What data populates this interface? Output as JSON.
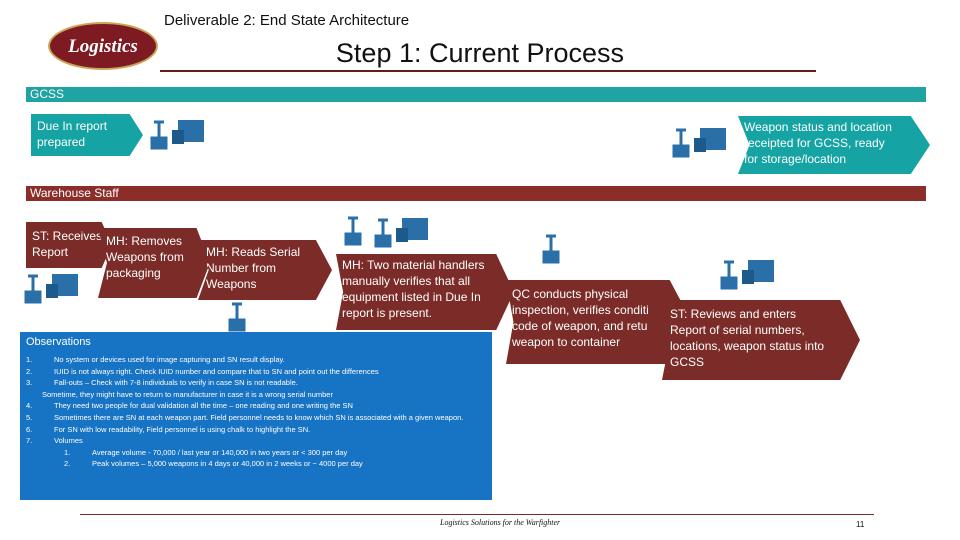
{
  "header": {
    "subtitle": "Deliverable 2: End State Architecture",
    "title": "Step 1: Current Process",
    "logo_text": "Logistics"
  },
  "lanes": {
    "gcss": "GCSS",
    "warehouse": "Warehouse Staff"
  },
  "steps": {
    "due_in": "Due In report\nprepared",
    "weapon_status": "Weapon status and location\nreceipted for GCSS, ready\nfor storage/location",
    "receives": "ST: Receives\nReport",
    "removes": "MH: Removes\nWeapons from\npackaging",
    "reads_serial": "MH: Reads Serial\nNumber from\nWeapons",
    "two_handlers": "MH: Two material handlers\nmanually verifies that all\nequipment listed in Due In\nreport is present.",
    "qc": "QC conducts physical\ninspection, verifies conditi\ncode of weapon, and retu\nweapon to container",
    "reviews": "ST: Reviews and enters\nReport of serial numbers,\nlocations, weapon status into\nGCSS"
  },
  "observations": {
    "heading": "Observations",
    "items": [
      {
        "n": "1.",
        "text": "No system or devices used for image capturing and SN result display."
      },
      {
        "n": "2.",
        "text": "IUID is not always right. Check IUID number and compare that to SN and point out the differences"
      },
      {
        "n": "3.",
        "text": "Fall-outs – Check with 7-8 individuals to verify in case SN is not readable."
      },
      {
        "n": "",
        "text": "Sometime, they might have to return to manufacturer in case it is a wrong serial number"
      },
      {
        "n": "4.",
        "text": "They need two people for dual validation all the time – one reading and one writing the SN"
      },
      {
        "n": "5.",
        "text": "Sometimes there are SN at each weapon part. Field personnel needs to know which SN is associated with a given weapon."
      },
      {
        "n": "6.",
        "text": "For SN with low readability, Field personnel is using chalk to highlight the SN."
      },
      {
        "n": "7.",
        "text": "Volumes"
      },
      {
        "n": "1.",
        "text": "Average volume - 70,000 / last year or 140,000 in two years or < 300 per day"
      },
      {
        "n": "2.",
        "text": "Peak volumes – 5,000 weapons in 4 days or 40,000 in 2 weeks or ~ 4000 per day"
      }
    ]
  },
  "footer": {
    "tagline": "Logistics Solutions for the Warfighter",
    "page": "11"
  },
  "colors": {
    "teal": "#16a3a3",
    "brown": "#7b2c28",
    "observations_blue": "#1773c4"
  },
  "icons": [
    "valve-computer-icon",
    "valve-icon"
  ]
}
